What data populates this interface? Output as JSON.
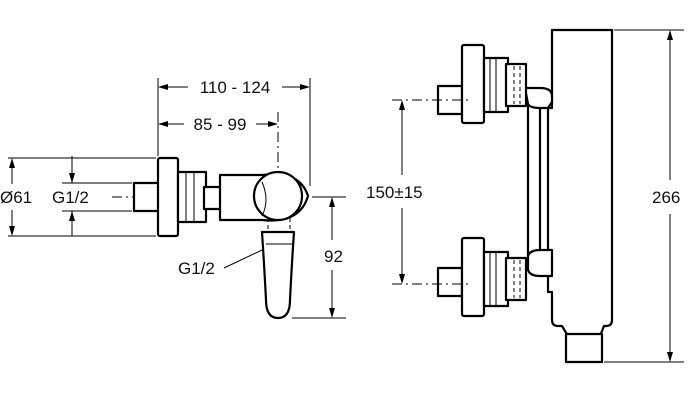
{
  "side_view": {
    "overall_length": "110 - 124",
    "center_length": "85 - 99",
    "connection_diameter": "Ø61",
    "inlet_thread": "G1/2",
    "outlet_thread": "G1/2",
    "lever_drop": "92"
  },
  "front_view": {
    "inlet_spacing": "150±15",
    "overall_height": "266"
  }
}
